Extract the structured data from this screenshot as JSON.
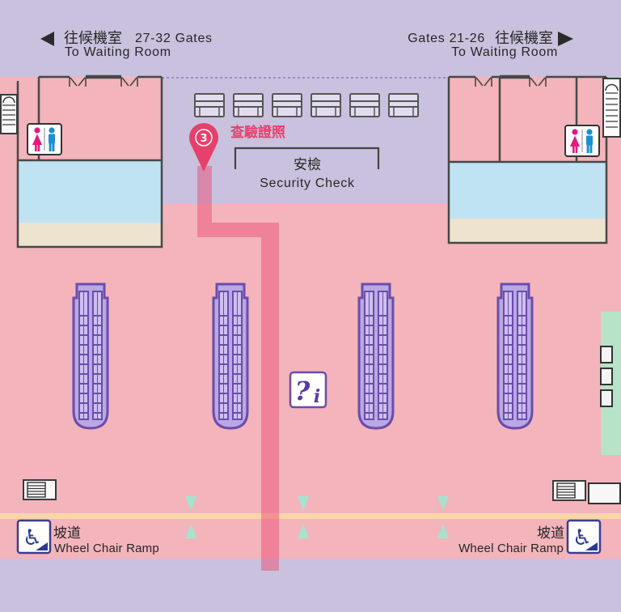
{
  "palette": {
    "corridor_lavender": "#c9c1de",
    "concourse_pink": "#f3b4bb",
    "route_pink": "#ec5076",
    "checkpoint_red": "#e6416b",
    "escalator_purple": "#6b4cad",
    "escalator_fill": "#b9a8e2",
    "waiting_area_blue": "#bfe3f3",
    "counter_beige": "#ede3cf",
    "service_green": "#b7e3c8",
    "ramp_marker_teal": "#a7e2cf",
    "walkway_stripe": "#f8d6a8"
  },
  "signs": {
    "left": {
      "arrow_icon": "arrow-left-icon",
      "zh": "往候機室",
      "gates": "27-32 Gates",
      "en": "To Waiting Room"
    },
    "right": {
      "arrow_icon": "arrow-right-icon",
      "gates": "Gates 21-26",
      "zh": "往候機室",
      "en": "To Waiting Room"
    }
  },
  "checkpoint": {
    "icon": "location-pin-icon",
    "step": "3",
    "label": "查驗證照"
  },
  "security": {
    "zh": "安檢",
    "en": "Security Check"
  },
  "info_point": {
    "icon": "information-icon",
    "glyph_question": "?",
    "glyph_i": "i"
  },
  "ramps": [
    {
      "icon": "wheelchair-icon",
      "glyph": "♿",
      "zh": "坡道",
      "en": "Wheel Chair Ramp"
    },
    {
      "icon": "wheelchair-icon",
      "glyph": "♿",
      "zh": "坡道",
      "en": "Wheel Chair Ramp"
    }
  ],
  "facility_icons": {
    "restroom": "restroom-icon",
    "escalator": "escalator-icon",
    "ticket_gate": "ticket-gate-icon",
    "stairs": "stairs-icon"
  }
}
